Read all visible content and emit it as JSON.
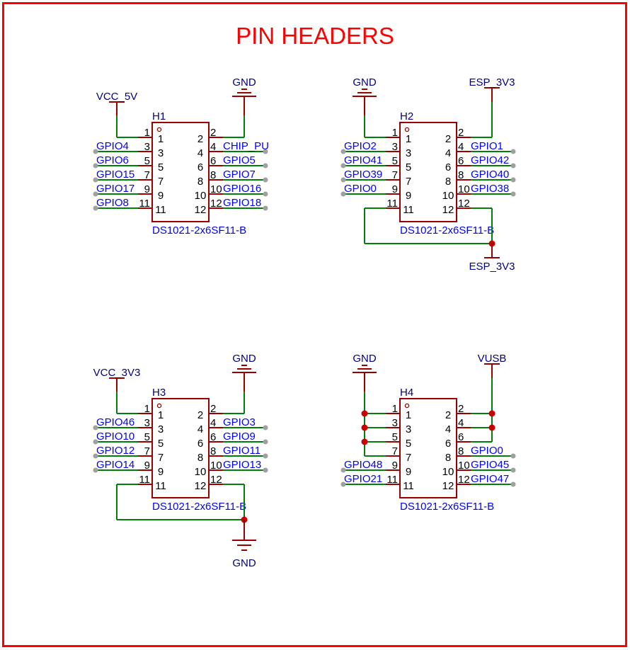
{
  "title": "PIN HEADERS",
  "colors": {
    "border": "#ff0000",
    "title": "#ff0000",
    "component": "#990000",
    "wire": "#00800a",
    "net_label": "#0000ff",
    "power_label": "#000080",
    "pin_number": "#000000",
    "junction": "#cc0000",
    "endpoint": "#a0a0a0"
  },
  "headers": [
    {
      "designator": "H1",
      "part": "DS1021-2x6SF11-B",
      "left_pins": [
        {
          "num": "1",
          "net": "",
          "conn": "power_top"
        },
        {
          "num": "3",
          "net": "GPIO4"
        },
        {
          "num": "5",
          "net": "GPIO6"
        },
        {
          "num": "7",
          "net": "GPIO15"
        },
        {
          "num": "9",
          "net": "GPIO17"
        },
        {
          "num": "11",
          "net": "GPIO8"
        }
      ],
      "right_pins": [
        {
          "num": "2",
          "net": "",
          "conn": "power_top"
        },
        {
          "num": "4",
          "net": "CHIP_PU"
        },
        {
          "num": "6",
          "net": "GPIO5"
        },
        {
          "num": "8",
          "net": "GPIO7"
        },
        {
          "num": "10",
          "net": "GPIO16"
        },
        {
          "num": "12",
          "net": "GPIO18"
        }
      ],
      "power_left": {
        "label": "VCC_5V",
        "kind": "bar"
      },
      "power_right": {
        "label": "GND",
        "kind": "gnd"
      },
      "bottom_loop": null
    },
    {
      "designator": "H2",
      "part": "DS1021-2x6SF11-B",
      "left_pins": [
        {
          "num": "1",
          "net": "",
          "conn": "power_top"
        },
        {
          "num": "3",
          "net": "GPIO2"
        },
        {
          "num": "5",
          "net": "GPIO41"
        },
        {
          "num": "7",
          "net": "GPIO39"
        },
        {
          "num": "9",
          "net": "GPIO0"
        },
        {
          "num": "11",
          "net": "",
          "conn": "loop"
        }
      ],
      "right_pins": [
        {
          "num": "2",
          "net": "",
          "conn": "power_top"
        },
        {
          "num": "4",
          "net": "GPIO1"
        },
        {
          "num": "6",
          "net": "GPIO42"
        },
        {
          "num": "8",
          "net": "GPIO40"
        },
        {
          "num": "10",
          "net": "GPIO38"
        },
        {
          "num": "12",
          "net": "",
          "conn": "loop"
        }
      ],
      "power_left": {
        "label": "GND",
        "kind": "gnd"
      },
      "power_right": {
        "label": "ESP_3V3",
        "kind": "bar"
      },
      "bottom_loop": {
        "label": "ESP_3V3",
        "kind": "bar_down"
      }
    },
    {
      "designator": "H3",
      "part": "DS1021-2x6SF11-B",
      "left_pins": [
        {
          "num": "1",
          "net": "",
          "conn": "power_top"
        },
        {
          "num": "3",
          "net": "GPIO46"
        },
        {
          "num": "5",
          "net": "GPIO10"
        },
        {
          "num": "7",
          "net": "GPIO12"
        },
        {
          "num": "9",
          "net": "GPIO14"
        },
        {
          "num": "11",
          "net": "",
          "conn": "loop"
        }
      ],
      "right_pins": [
        {
          "num": "2",
          "net": "",
          "conn": "power_top"
        },
        {
          "num": "4",
          "net": "GPIO3"
        },
        {
          "num": "6",
          "net": "GPIO9"
        },
        {
          "num": "8",
          "net": "GPIO11"
        },
        {
          "num": "10",
          "net": "GPIO13"
        },
        {
          "num": "12",
          "net": "",
          "conn": "loop"
        }
      ],
      "power_left": {
        "label": "VCC_3V3",
        "kind": "bar"
      },
      "power_right": {
        "label": "GND",
        "kind": "gnd"
      },
      "bottom_loop": {
        "label": "GND",
        "kind": "gnd_down"
      }
    },
    {
      "designator": "H4",
      "part": "DS1021-2x6SF11-B",
      "left_pins": [
        {
          "num": "1",
          "net": "",
          "conn": "bus"
        },
        {
          "num": "3",
          "net": "",
          "conn": "bus"
        },
        {
          "num": "5",
          "net": "",
          "conn": "bus"
        },
        {
          "num": "7",
          "net": "",
          "conn": "bus"
        },
        {
          "num": "9",
          "net": "GPIO48"
        },
        {
          "num": "11",
          "net": "GPIO21"
        }
      ],
      "right_pins": [
        {
          "num": "2",
          "net": "",
          "conn": "bus"
        },
        {
          "num": "4",
          "net": "",
          "conn": "bus"
        },
        {
          "num": "6",
          "net": "",
          "conn": "bus"
        },
        {
          "num": "8",
          "net": "GPIO0"
        },
        {
          "num": "10",
          "net": "GPIO45"
        },
        {
          "num": "12",
          "net": "GPIO47"
        }
      ],
      "power_left": {
        "label": "GND",
        "kind": "gnd"
      },
      "power_right": {
        "label": "VUSB",
        "kind": "bar"
      },
      "bottom_loop": null
    }
  ]
}
